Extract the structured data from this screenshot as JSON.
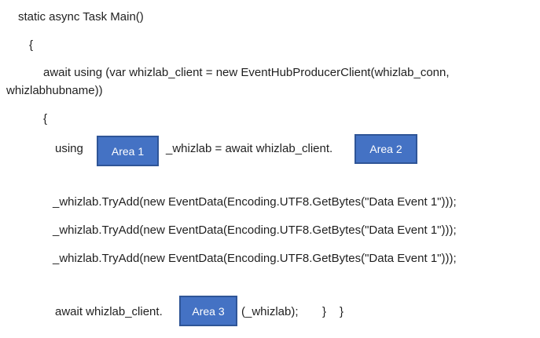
{
  "colors": {
    "background": "#FFFFFF",
    "code_text": "#1F1F1F",
    "area_fill": "#4472C4",
    "area_border": "#2F5597",
    "area_text": "#FFFFFF"
  },
  "code": {
    "signature": "static async Task Main()",
    "open_brace_outer": "{",
    "await_using_line": "await using (var whizlab_client = new EventHubProducerClient(whizlab_conn,",
    "await_using_wrap": "whizlabhubname))",
    "open_brace_inner": "{",
    "using_keyword": "using",
    "after_area1": "_whizlab = await whizlab_client.",
    "tryadd_lines": [
      "_whizlab.TryAdd(new EventData(Encoding.UTF8.GetBytes(\"Data Event 1\")));",
      "_whizlab.TryAdd(new EventData(Encoding.UTF8.GetBytes(\"Data Event 1\")));",
      "_whizlab.TryAdd(new EventData(Encoding.UTF8.GetBytes(\"Data Event 1\")));"
    ],
    "await_client": "await whizlab_client.",
    "after_area3": "(_whizlab);",
    "close_brace_inner": "}",
    "close_brace_outer": "}"
  },
  "areas": [
    {
      "label": "Area 1"
    },
    {
      "label": "Area 2"
    },
    {
      "label": "Area 3"
    }
  ]
}
